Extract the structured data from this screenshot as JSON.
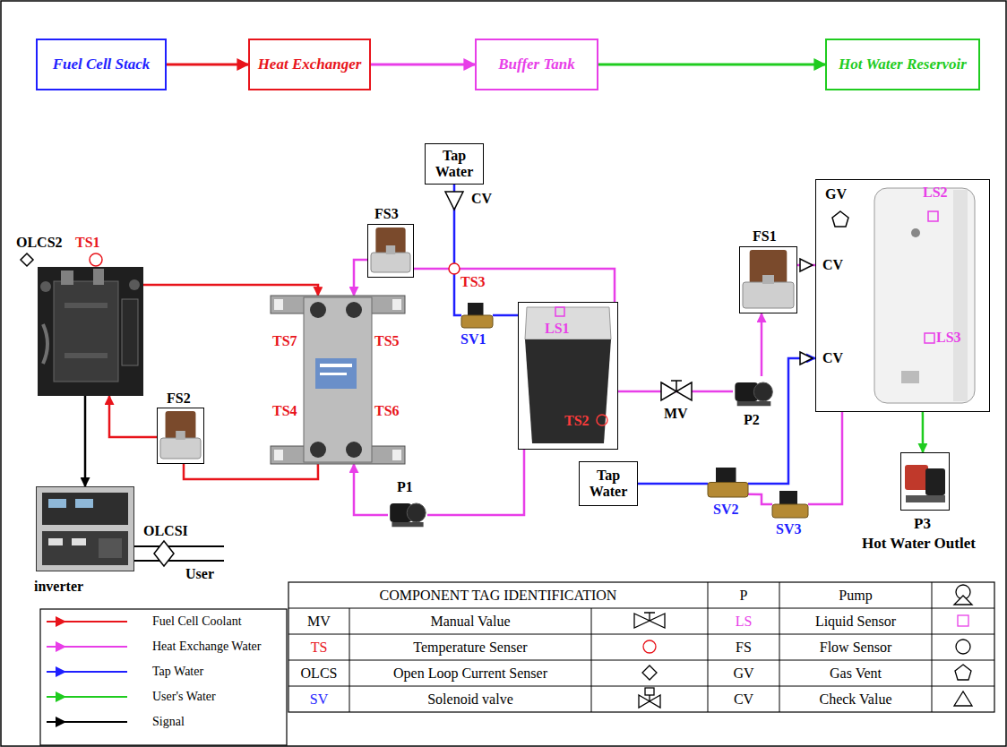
{
  "diagram": {
    "nodes": [
      {
        "text": [
          "Fuel Cell Stack"
        ]
      },
      {
        "text": [
          "Heat Exchanger"
        ]
      },
      {
        "text": [
          "Buffer Tank"
        ]
      },
      {
        "text": [
          "Hot Water Reservoir"
        ]
      },
      {
        "text": [
          "Tap Water"
        ]
      },
      {
        "text": [
          "OLCS2",
          "TS1"
        ]
      },
      {
        "text": [
          "FS2"
        ]
      },
      {
        "text": [
          "inverter"
        ]
      },
      {
        "text": [
          "TS7",
          "TS5",
          "TS4",
          "TS6"
        ]
      },
      {
        "text": [
          "FS3"
        ]
      },
      {
        "text": [
          "SV1"
        ]
      },
      {
        "text": [
          "LS1",
          "TS2"
        ]
      },
      {
        "text": [
          "P1"
        ]
      },
      {
        "text": [
          "P2"
        ]
      },
      {
        "text": [
          "FS1"
        ]
      },
      {
        "text": [
          "Tap Water"
        ]
      },
      {
        "text": [
          "SV2"
        ]
      },
      {
        "text": [
          "SV3"
        ]
      },
      {
        "text": [
          "GV",
          "LS2",
          "LS3"
        ]
      },
      {
        "text": [
          "P3",
          "Hot Water Outlet"
        ]
      }
    ],
    "edges": [
      {
        "from": 0,
        "to": 1,
        "arrow": "to"
      },
      {
        "from": 1,
        "to": 2,
        "arrow": "to"
      },
      {
        "from": 2,
        "to": 3,
        "arrow": "to"
      },
      {
        "from": 5,
        "to": 8,
        "arrow": "to"
      },
      {
        "from": 8,
        "to": 6,
        "arrow": "none"
      },
      {
        "from": 6,
        "to": 5,
        "arrow": "to"
      },
      {
        "from": 5,
        "to": 7,
        "arrow": "to"
      },
      {
        "from": 9,
        "to": 8,
        "arrow": "to"
      },
      {
        "from": 11,
        "to": 9,
        "arrow": "none"
      },
      {
        "from": 11,
        "to": 12,
        "arrow": "none"
      },
      {
        "from": 12,
        "to": 8,
        "arrow": "to"
      },
      {
        "from": 4,
        "to": 10,
        "arrow": "none"
      },
      {
        "from": 10,
        "to": 11,
        "arrow": "none"
      },
      {
        "from": 11,
        "to": 13,
        "arrow": "none"
      },
      {
        "from": 13,
        "to": 14,
        "arrow": "to"
      },
      {
        "from": 14,
        "to": 18,
        "arrow": "none"
      },
      {
        "from": 15,
        "to": 16,
        "arrow": "none"
      },
      {
        "from": 16,
        "to": 18,
        "arrow": "to"
      },
      {
        "from": 16,
        "to": 17,
        "arrow": "none"
      },
      {
        "from": 17,
        "to": 18,
        "arrow": "none"
      },
      {
        "from": 18,
        "to": 19,
        "arrow": "to"
      }
    ],
    "labels": [
      "CV",
      "TS3",
      "MV",
      "CV",
      "CV",
      "OLCSI",
      "User",
      "COMPONENT TAG IDENTIFICATION",
      "P",
      "Pump",
      "MV",
      "Manual Value",
      "LS",
      "Liquid Sensor",
      "TS",
      "Temperature Senser",
      "FS",
      "Flow Sensor",
      "OLCS",
      "Open Loop Current Senser",
      "GV",
      "Gas Vent",
      "SV",
      "Solenoid valve",
      "CV",
      "Check Value"
    ],
    "legend": [
      {
        "text": "Fuel Cell Coolant",
        "color": "#e8141b"
      },
      {
        "text": "Heat Exchange Water",
        "color": "#e83ee8"
      },
      {
        "text": "Tap Water",
        "color": "#1f1fff"
      },
      {
        "text": "User's Water",
        "color": "#1fcc1f"
      },
      {
        "text": "Signal",
        "color": "#000000"
      }
    ]
  }
}
